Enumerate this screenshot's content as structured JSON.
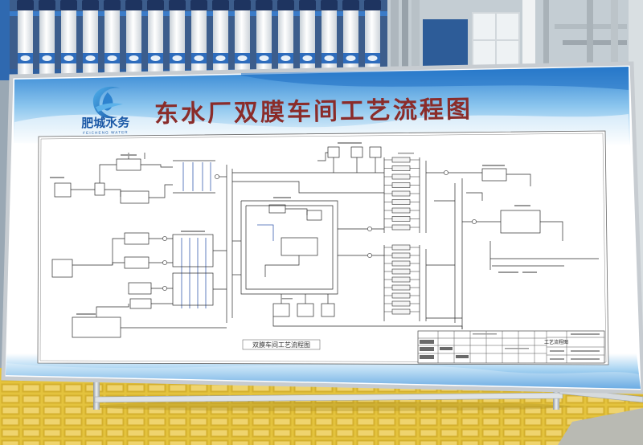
{
  "board": {
    "title": "东水厂双膜车间工艺流程图",
    "logo": {
      "name_cn": "肥城水务",
      "name_en": "FEICHENG WATER",
      "icon": "water-swoosh-icon"
    },
    "diagram": {
      "caption": "双膜车间工艺流程图",
      "title_block_label": "工艺流程图"
    }
  },
  "colors": {
    "title": "#8a2c2a",
    "header_blue": "#2f82d2",
    "logo_blue": "#1a58a6",
    "diagram_line": "#2b2b2b",
    "diagram_blue_line": "#3a5fb0",
    "floor_yellow": "#e4c33d"
  }
}
